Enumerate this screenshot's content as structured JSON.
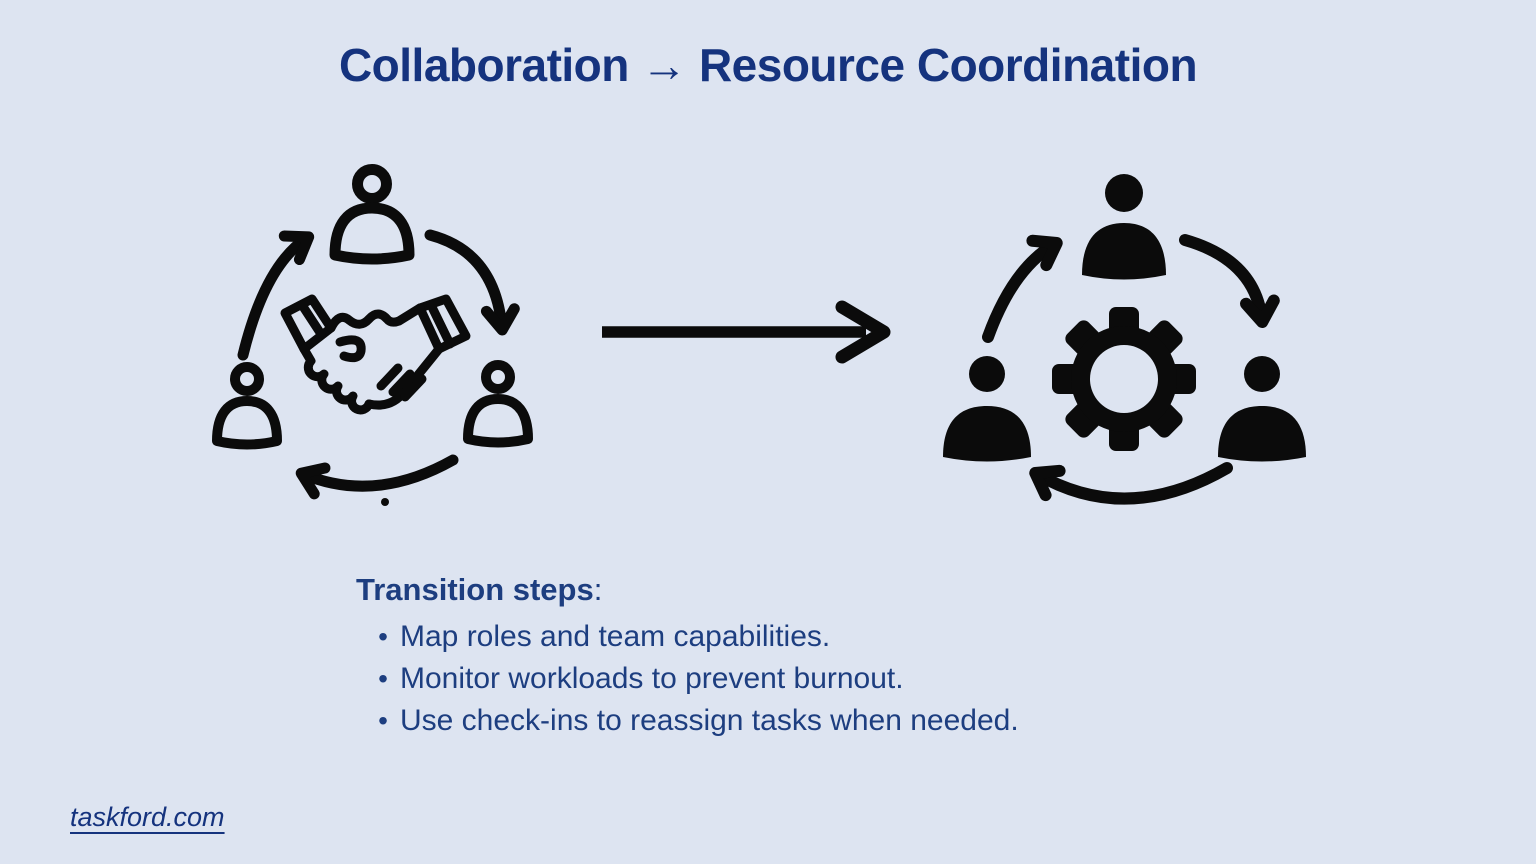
{
  "header": {
    "title": "Collaboration → Resource Coordination"
  },
  "icons": {
    "left": "team-handshake-cycle-icon",
    "transition": "right-arrow-icon",
    "right": "team-gear-cycle-icon"
  },
  "steps": {
    "heading": "Transition steps",
    "heading_suffix": ":",
    "bullet_glyph": "•",
    "items": [
      "Map roles and team capabilities.",
      "Monitor workloads to prevent burnout.",
      "Use check-ins to reassign tasks when needed."
    ]
  },
  "footer": {
    "link_text": "taskford.com"
  },
  "colors": {
    "background": "#dde4f1",
    "title": "#15337e",
    "text": "#1d3e80",
    "icon": "#0b0b0b"
  }
}
